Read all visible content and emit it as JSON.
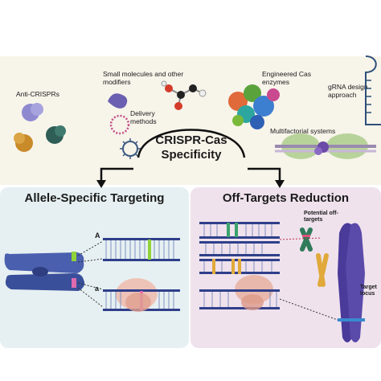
{
  "top": {
    "anti_crisprs": "Anti-CRISPRs",
    "small_molecules": "Small molecules and other modifiers",
    "engineered_cas": "Engineered Cas enzymes",
    "grna_design": "gRNA design approach",
    "delivery": "Delivery methods",
    "multifactorial": "Multifactorial systems"
  },
  "center": {
    "line1": "CRISPR-Cas",
    "line2": "Specificity"
  },
  "left_panel": {
    "title": "Allele-Specific Targeting",
    "allele_A": "A",
    "allele_a": "a"
  },
  "right_panel": {
    "title": "Off-Targets Reduction",
    "potential": "Potential off-targets",
    "target_locus": "Target locus"
  }
}
